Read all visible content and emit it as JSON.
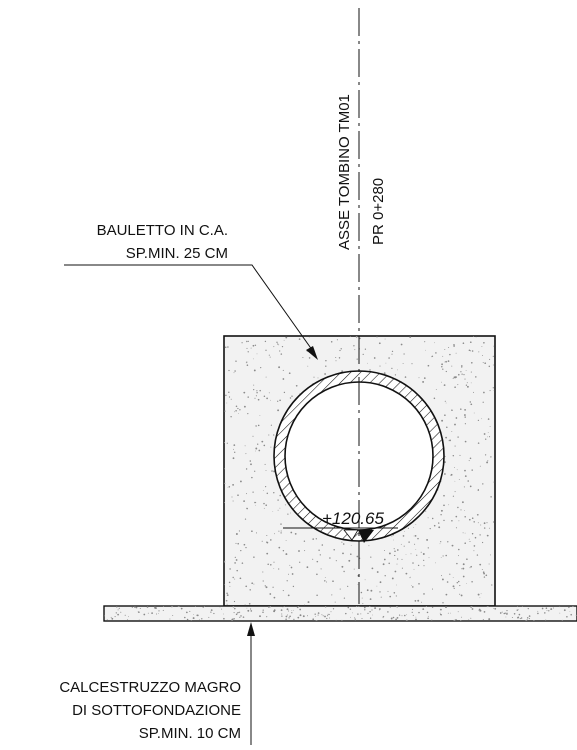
{
  "drawing": {
    "axis_label_1": "ASSE TOMBINO  TM01",
    "axis_label_2": "PR 0+280",
    "bauletto_line1": "BAULETTO IN C.A.",
    "bauletto_line2": "SP.MIN. 25 CM",
    "elevation": "+120.65",
    "magro_line1": "CALCESTRUZZO MAGRO",
    "magro_line2": "DI SOTTOFONDAZIONE",
    "magro_line3": "SP.MIN. 10 CM"
  },
  "colors": {
    "ink": "#111111",
    "concrete_fill": "#f2f2f2",
    "speckle": "#8a8a8a"
  }
}
